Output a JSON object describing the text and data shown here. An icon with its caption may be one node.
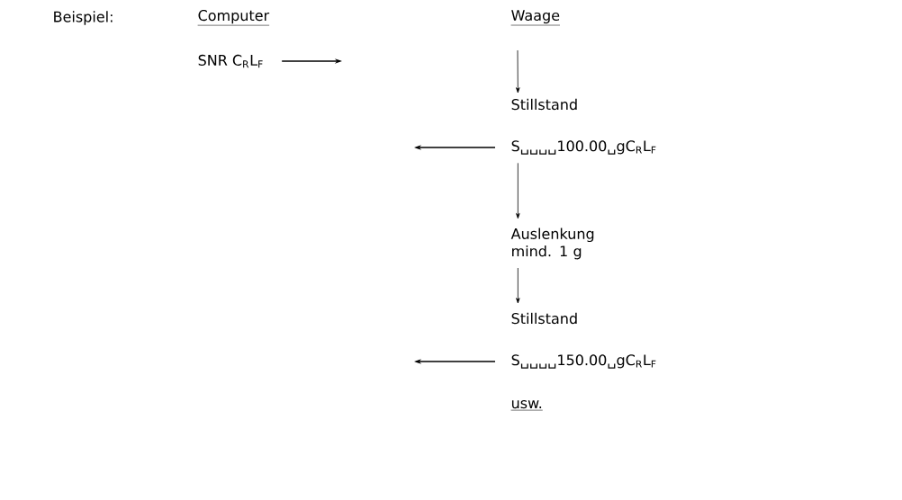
{
  "diagram": {
    "nodes": [
      {
        "text": [
          "SNR C$_{R}$L$_{F}$"
        ]
      },
      {
        "text": [
          "Stillstand"
        ]
      },
      {
        "text": [
          "S␣␣␣␣100.00␣gC$_{R}$L$_{F}$"
        ]
      },
      {
        "text": [
          "Auslenkung mind. 1 g"
        ]
      },
      {
        "text": [
          "Stillstand"
        ]
      },
      {
        "text": [
          "S␣␣␣␣150.00␣gC$_{R}$L$_{F}$"
        ]
      }
    ],
    "edges": [
      {
        "from": 0,
        "to": null,
        "arrow": "to"
      },
      {
        "from": null,
        "to": 1,
        "arrow": "to"
      },
      {
        "from": 2,
        "to": null,
        "arrow": "to"
      },
      {
        "from": 2,
        "to": 3,
        "arrow": "to"
      },
      {
        "from": 3,
        "to": 4,
        "arrow": "to"
      },
      {
        "from": 5,
        "to": null,
        "arrow": "to"
      }
    ],
    "labels": [
      "Beispiel:",
      "Computer",
      "Waage",
      "usw."
    ]
  }
}
